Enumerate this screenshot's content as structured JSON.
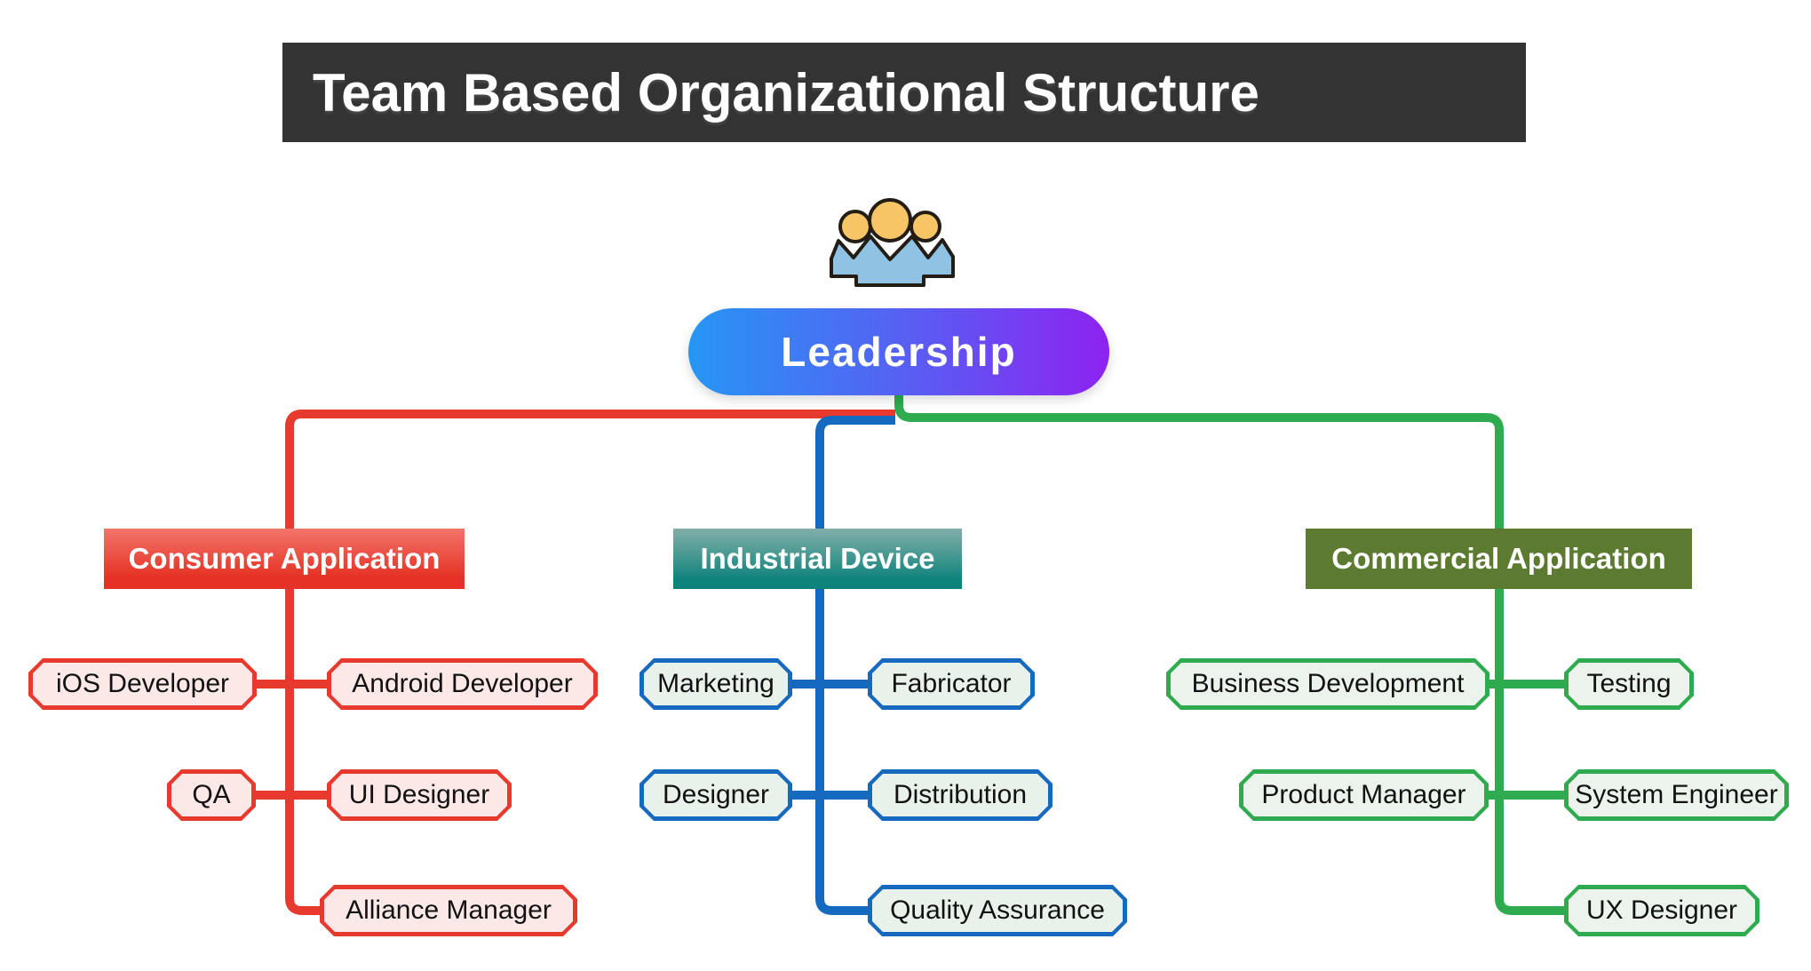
{
  "title": {
    "text": "Team Based Organizational Structure",
    "bg": "#333333",
    "fg": "#FFFFFF"
  },
  "root": {
    "label": "Leadership",
    "gradient_left": "#2696F4",
    "gradient_right": "#8E22F1",
    "icon": "team-people-icon",
    "icon_colors": {
      "heads": "#F7C566",
      "bodies": "#90C2E4",
      "outline": "#241D15"
    }
  },
  "branches": [
    {
      "label": "Consumer Application",
      "accent": "#E8392E",
      "header_gradient": [
        "#F3756A",
        "#E63226"
      ],
      "leaf_fill": "#FCE9E7",
      "leaves": {
        "row1_left": "iOS Developer",
        "row1_right": "Android Developer",
        "row2_left": "QA",
        "row2_right": "UI Designer",
        "row3": "Alliance Manager"
      }
    },
    {
      "label": "Industrial Device",
      "accent": "#1569BE",
      "header_gradient": [
        "#83AFAA",
        "#0E837B"
      ],
      "leaf_fill": "#E9F1EB",
      "leaves": {
        "row1_left": "Marketing",
        "row1_right": "Fabricator",
        "row2_left": "Designer",
        "row2_right": "Distribution",
        "row3": "Quality Assurance"
      }
    },
    {
      "label": "Commercial Application",
      "accent": "#2EAB4E",
      "header_color": "#5C7B30",
      "leaf_fill": "#EBF3EC",
      "leaves": {
        "row1_left": "Business Development",
        "row1_right": "Testing",
        "row2_left": "Product Manager",
        "row2_right": "System Engineer",
        "row3": "UX Designer"
      }
    }
  ]
}
